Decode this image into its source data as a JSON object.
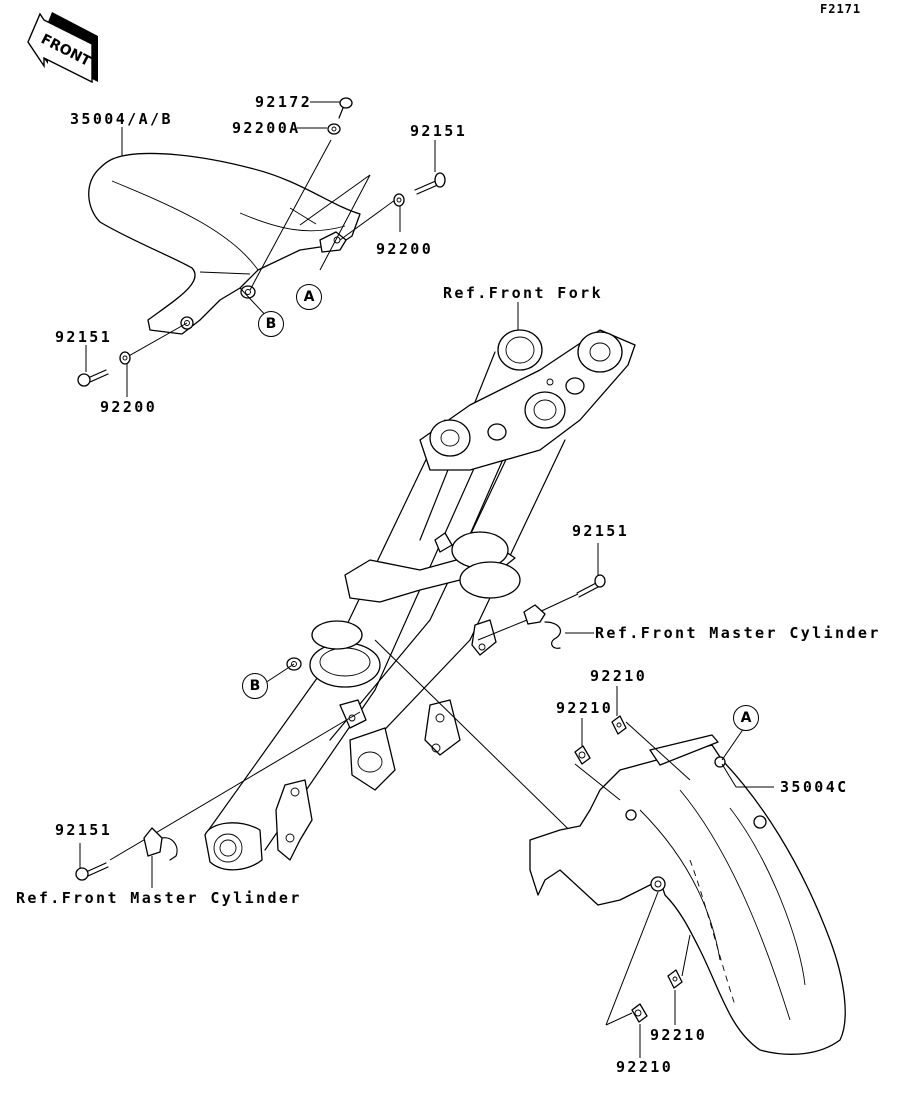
{
  "figure_id": "F2171",
  "front_indicator": {
    "label": "FRONT",
    "icon": "front-arrow-icon"
  },
  "parts": {
    "rear_fender_cover": "35004/A/B",
    "screw_top": "92172",
    "washer_top": "92200A",
    "bolt_top_right": "92151",
    "washer_top_right": "92200",
    "bolt_left": "92151",
    "washer_left": "92200",
    "bolt_mid_right": "92151",
    "bolt_bottom_left": "92151",
    "front_fender": "35004C",
    "nut_1": "92210",
    "nut_2": "92210",
    "nut_3": "92210",
    "nut_4": "92210"
  },
  "references": {
    "front_fork": "Ref.Front Fork",
    "master_cylinder_right": "Ref.Front Master Cylinder",
    "master_cylinder_left": "Ref.Front Master Cylinder"
  },
  "callouts": {
    "a_top": "A",
    "b_top": "B",
    "b_fork": "B",
    "a_fender": "A"
  }
}
